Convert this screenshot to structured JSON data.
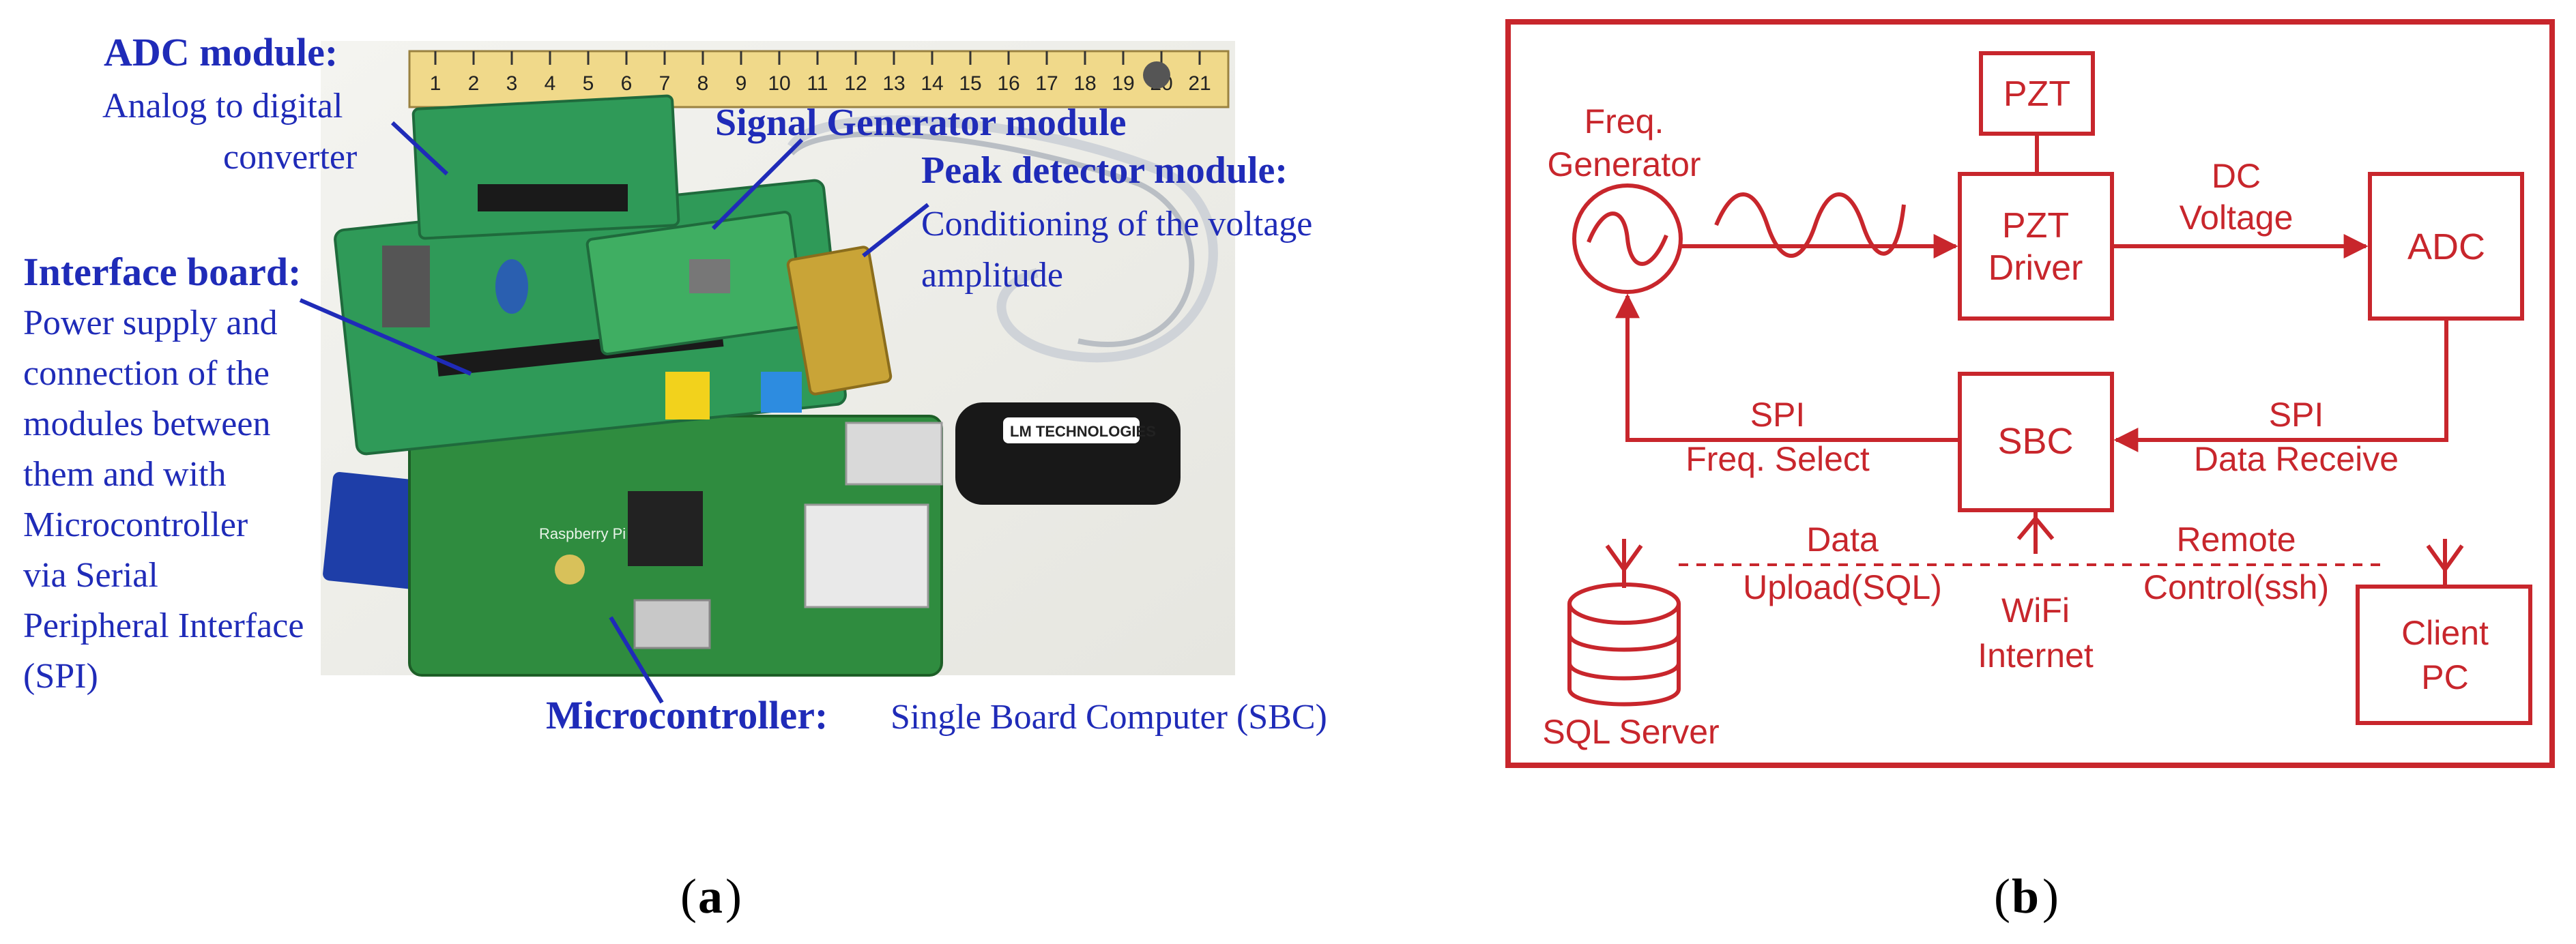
{
  "panel_a": {
    "caption_letter": "a",
    "ruler_numbers": [
      "1",
      "2",
      "3",
      "4",
      "5",
      "6",
      "7",
      "8",
      "9",
      "10",
      "11",
      "12",
      "13",
      "14",
      "15",
      "16",
      "17",
      "18",
      "19",
      "20",
      "21"
    ],
    "dongle_brand": "LM TECHNOLOGIES",
    "board_label": "Raspberry Pi",
    "annotations": {
      "adc_title": "ADC module:",
      "adc_desc_1": "Analog to digital",
      "adc_desc_2": "converter",
      "siggen_title": "Signal Generator module",
      "peak_title": "Peak detector module:",
      "peak_desc_1": "Conditioning of the voltage",
      "peak_desc_2": "amplitude",
      "iface_title": "Interface board:",
      "iface_desc": [
        "Power supply  and",
        "connection of the",
        "modules between",
        "them and with",
        "Microcontroller",
        "via Serial",
        "Peripheral Interface",
        "(SPI)"
      ],
      "mcu_title": "Microcontroller:",
      "mcu_desc": "Single Board Computer (SBC)"
    }
  },
  "panel_b": {
    "caption_letter": "b",
    "color": "#c8262c",
    "labels": {
      "freq_gen_1": "Freq.",
      "freq_gen_2": "Generator",
      "pzt": "PZT",
      "pzt_driver_1": "PZT",
      "pzt_driver_2": "Driver",
      "dc_1": "DC",
      "dc_2": "Voltage",
      "adc": "ADC",
      "sbc": "SBC",
      "spi_left_1": "SPI",
      "spi_left_2": "Freq. Select",
      "spi_right_1": "SPI",
      "spi_right_2": "Data Receive",
      "data_1": "Data",
      "data_2": "Upload(SQL)",
      "wifi_1": "WiFi",
      "wifi_2": "Internet",
      "remote_1": "Remote",
      "remote_2": "Control(ssh)",
      "client_1": "Client",
      "client_2": "PC",
      "sql_server": "SQL Server"
    }
  }
}
